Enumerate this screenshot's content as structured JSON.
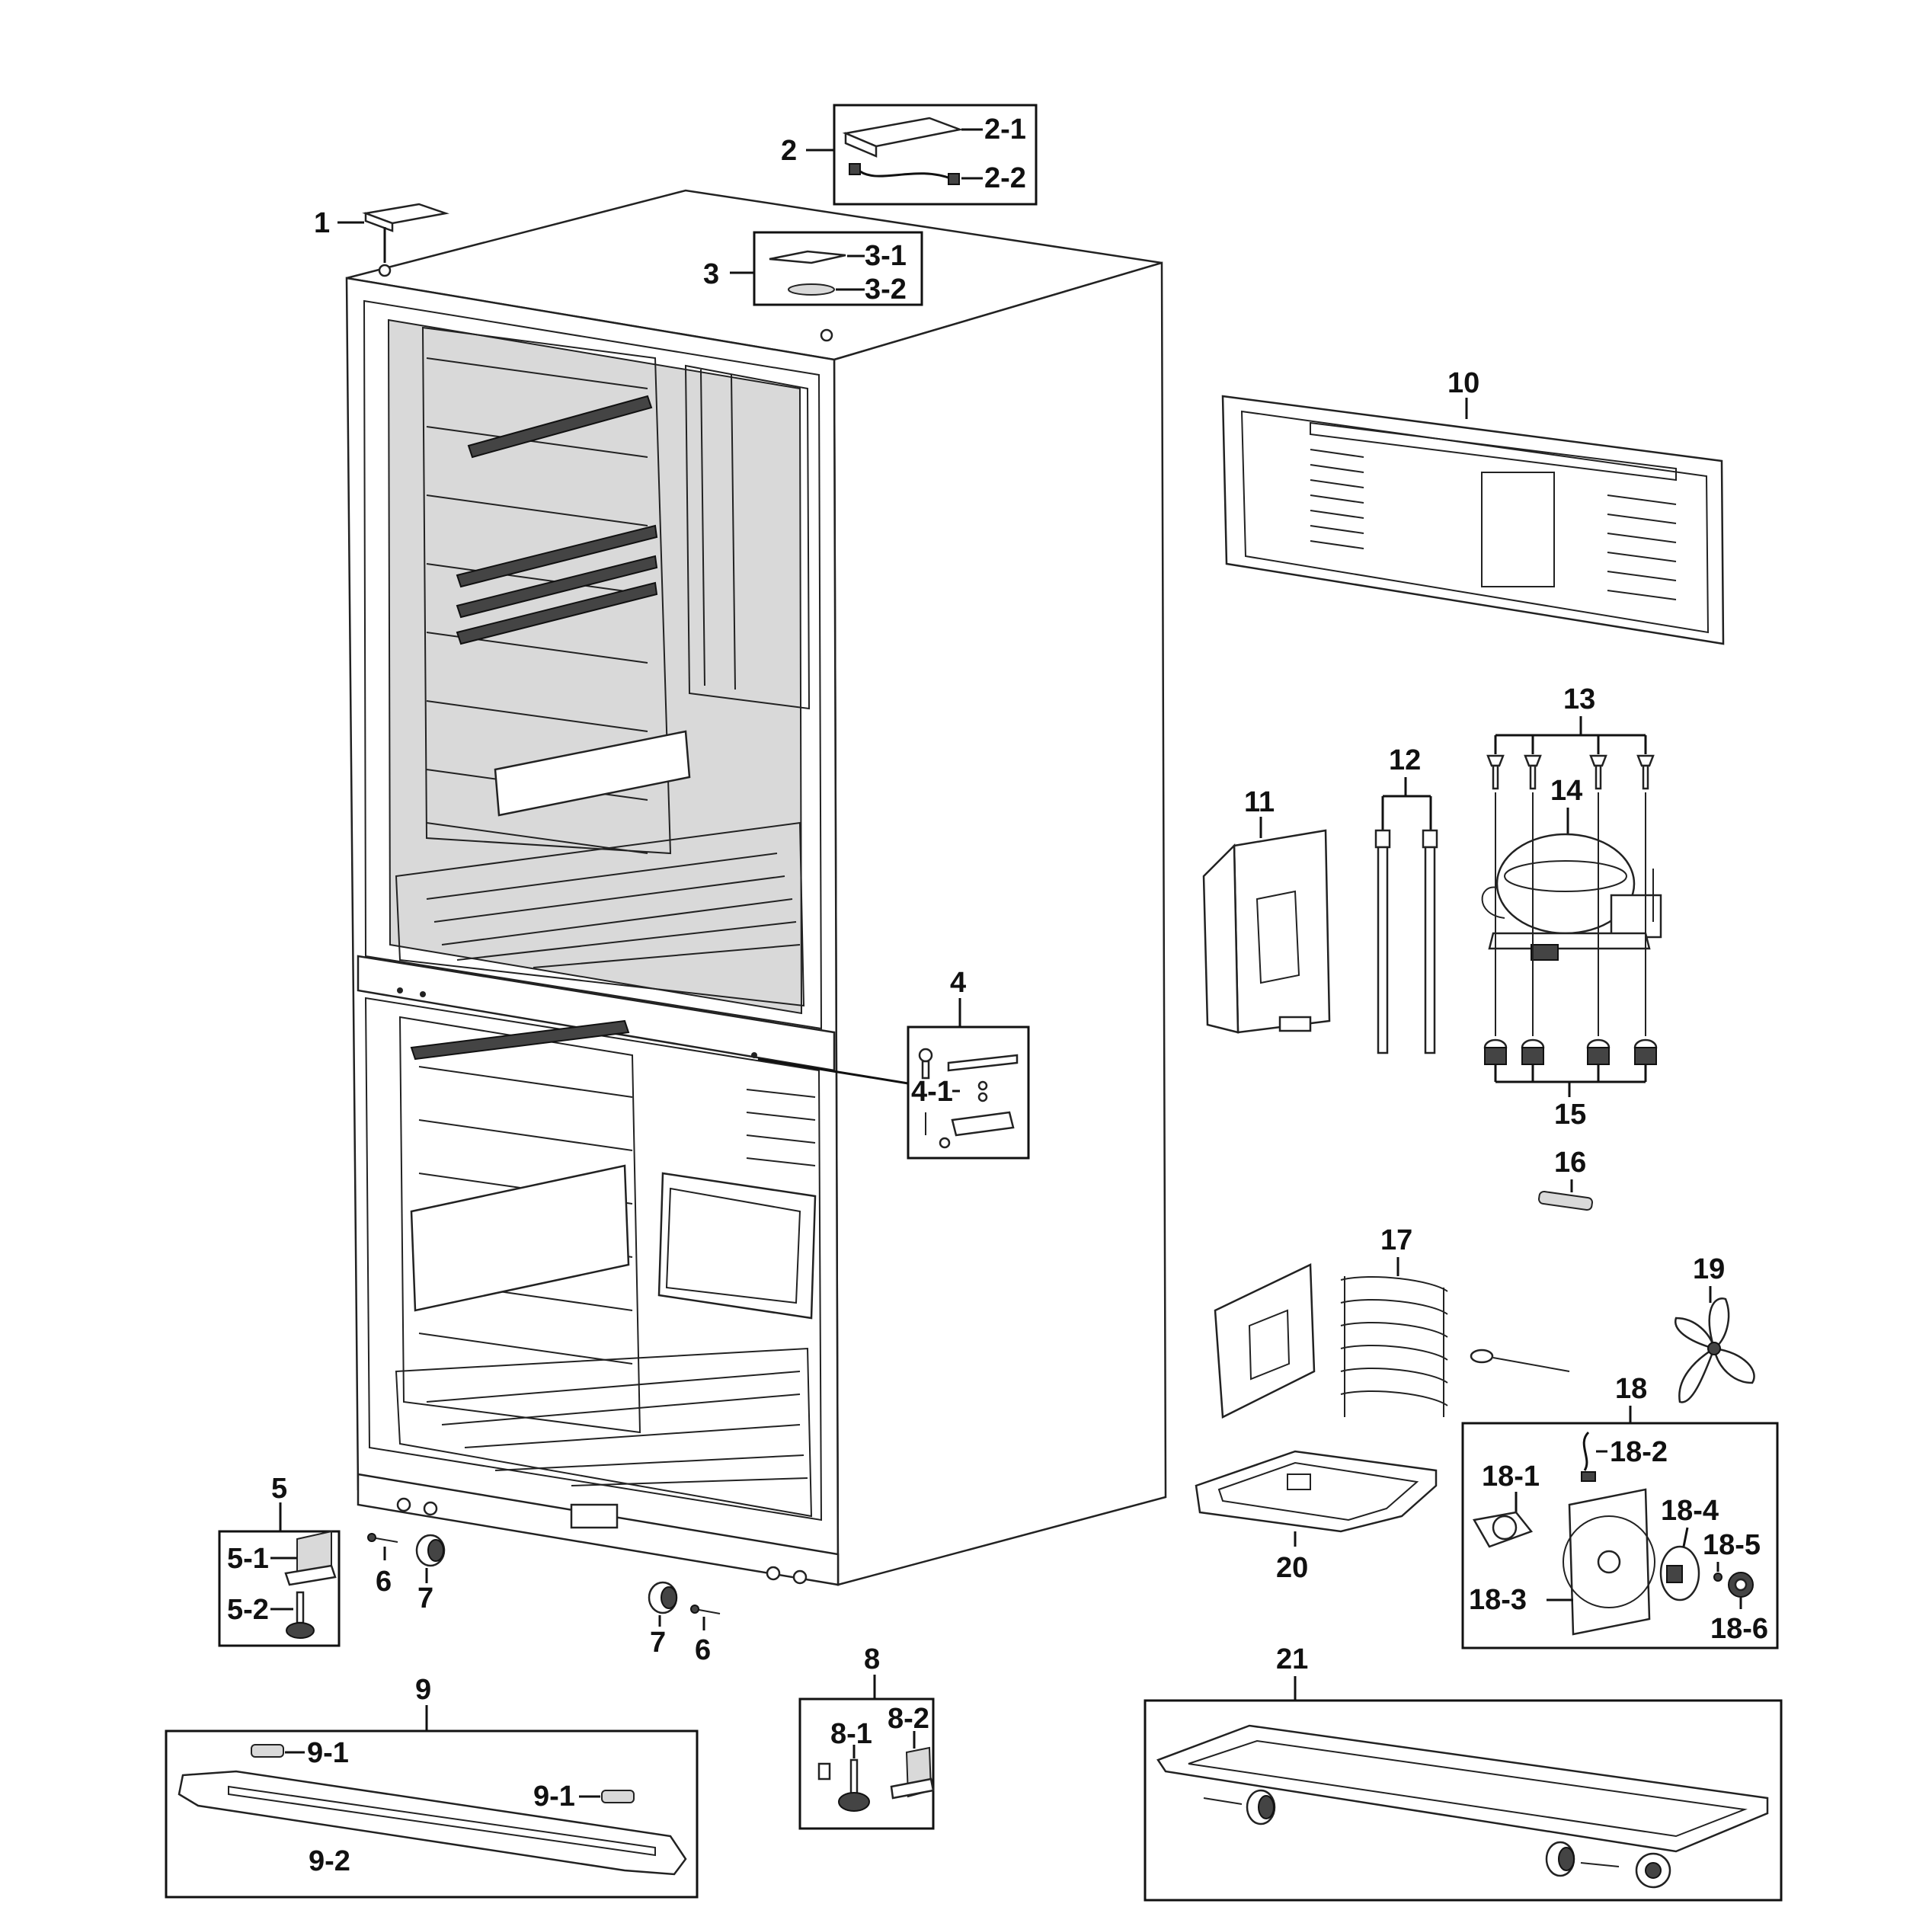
{
  "callouts": {
    "c1": "1",
    "c2": "2",
    "c2_1": "2-1",
    "c2_2": "2-2",
    "c3": "3",
    "c3_1": "3-1",
    "c3_2": "3-2",
    "c4": "4",
    "c4_1": "4-1",
    "c5": "5",
    "c5_1": "5-1",
    "c5_2": "5-2",
    "c6a": "6",
    "c6b": "6",
    "c7a": "7",
    "c7b": "7",
    "c8": "8",
    "c8_1": "8-1",
    "c8_2": "8-2",
    "c9": "9",
    "c9_1a": "9-1",
    "c9_1b": "9-1",
    "c9_2": "9-2",
    "c10": "10",
    "c11": "11",
    "c12": "12",
    "c13": "13",
    "c14": "14",
    "c15": "15",
    "c16": "16",
    "c17": "17",
    "c18": "18",
    "c18_1": "18-1",
    "c18_2": "18-2",
    "c18_3": "18-3",
    "c18_4": "18-4",
    "c18_5": "18-5",
    "c18_6": "18-6",
    "c19": "19",
    "c20": "20",
    "c21": "21"
  }
}
